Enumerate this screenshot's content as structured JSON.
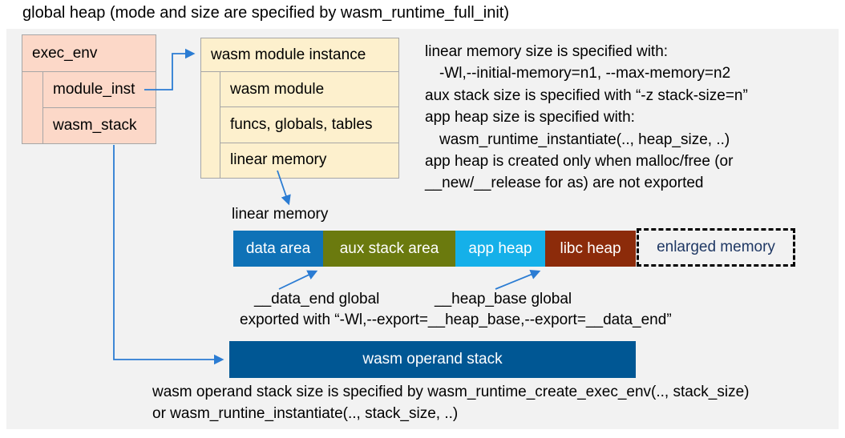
{
  "title": "global heap (mode and size are specified by wasm_runtime_full_init)",
  "exec_env": {
    "header": "exec_env",
    "rows": [
      "module_inst",
      "wasm_stack"
    ],
    "fill": "#fcd8c8"
  },
  "module_instance": {
    "header": "wasm module instance",
    "rows": [
      "wasm module",
      "funcs, globals, tables",
      "linear memory"
    ],
    "fill": "#fdf0cd"
  },
  "notes_top": {
    "lines": [
      "linear memory size is specified with:",
      "-Wl,--initial-memory=n1, --max-memory=n2",
      "aux stack size is specified with “-z stack-size=n”",
      "app heap size is specified with:",
      "wasm_runtime_instantiate(.., heap_size, ..)",
      "app heap is created only when malloc/free (or",
      "__new/__release for as) are not exported"
    ]
  },
  "linear_memory": {
    "label": "linear memory",
    "segments": [
      {
        "label": "data area",
        "color": "#0f72b7"
      },
      {
        "label": "aux stack area",
        "color": "#6b7a0e"
      },
      {
        "label": "app heap",
        "color": "#15b0e9"
      },
      {
        "label": "libc heap",
        "color": "#8c2b0a"
      }
    ],
    "enlarged": {
      "label": "enlarged memory",
      "text_color": "#1f3864"
    }
  },
  "annotations": {
    "data_end_label": "__data_end global",
    "heap_base_label": "__heap_base global",
    "exported_line": "exported with “-Wl,--export=__heap_base,--export=__data_end”"
  },
  "operand_stack": {
    "label": "wasm operand stack",
    "color": "#005794"
  },
  "notes_bottom": {
    "lines": [
      "wasm operand stack size is specified by wasm_runtime_create_exec_env(.., stack_size)",
      "or wasm_runtine_instantiate(.., stack_size, ..)"
    ]
  },
  "arrow_color": "#2b7cd3",
  "panel_color": "#f2f2f2"
}
